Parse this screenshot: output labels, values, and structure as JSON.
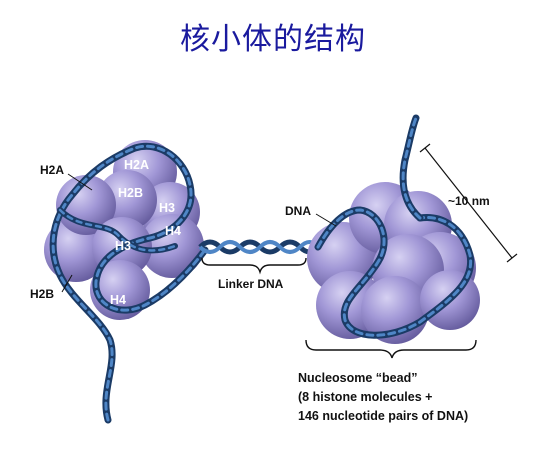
{
  "title": "核小体的结构",
  "labels": {
    "left_h2a_outer": "H2A",
    "left_h2a_inner": "H2A",
    "left_h2b_inner": "H2B",
    "left_h3_right": "H3",
    "left_h4_right": "H4",
    "left_h3_center": "H3",
    "left_h2b_outer": "H2B",
    "left_h4_bottom": "H4",
    "linker": "Linker DNA",
    "dna": "DNA",
    "scale": "~10 nm",
    "caption_line1": "Nucleosome “bead”",
    "caption_line2": "(8 histone molecules +",
    "caption_line3": "146 nucleotide pairs of DNA)"
  },
  "colors": {
    "title": "#1a1a9e",
    "histone": "#9a90cf",
    "histone_dark": "#5d5496",
    "dna": "#2f5f9a",
    "dna_dark": "#1b3b66"
  }
}
